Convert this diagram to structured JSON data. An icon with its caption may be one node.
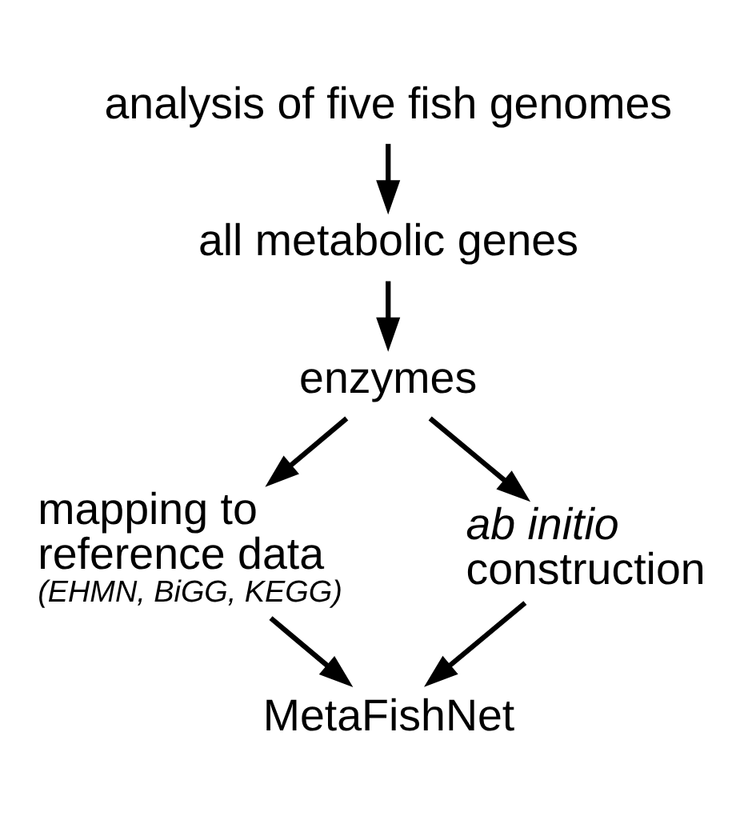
{
  "diagram": {
    "nodes": [
      {
        "text": [
          "analysis of five fish genomes"
        ]
      },
      {
        "text": [
          "all metabolic genes"
        ]
      },
      {
        "text": [
          "enzymes"
        ]
      },
      {
        "text": [
          "mapping to reference data",
          "(EHMN, BiGG, KEGG)"
        ]
      },
      {
        "text": [
          "*ab initio* construction"
        ]
      },
      {
        "text": [
          "MetaFishNet"
        ]
      }
    ],
    "edges": [
      {
        "from": 0,
        "to": 1,
        "arrow": "to"
      },
      {
        "from": 1,
        "to": 2,
        "arrow": "to"
      },
      {
        "from": 2,
        "to": 3,
        "arrow": "to"
      },
      {
        "from": 2,
        "to": 4,
        "arrow": "to"
      },
      {
        "from": 3,
        "to": 5,
        "arrow": "to"
      },
      {
        "from": 4,
        "to": 5,
        "arrow": "to"
      }
    ]
  }
}
